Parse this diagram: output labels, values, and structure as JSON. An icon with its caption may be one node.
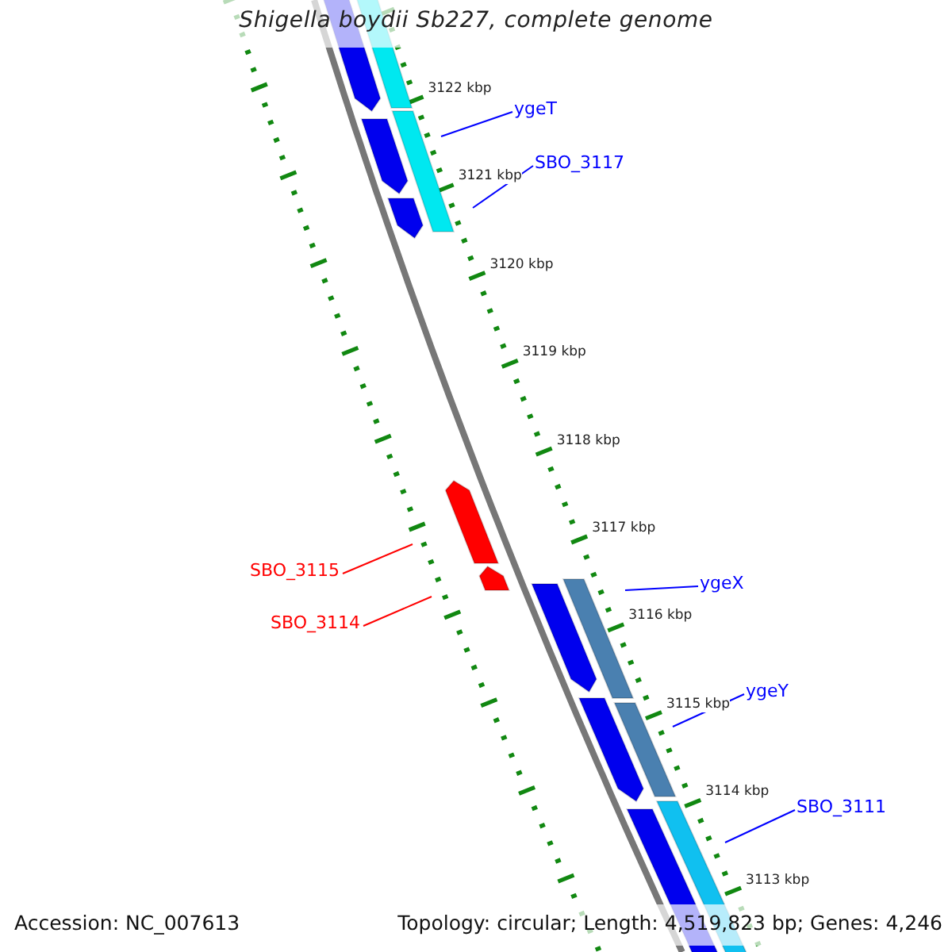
{
  "diagram": {
    "title": "Shigella boydii Sb227, complete genome",
    "nodes": [
      {
        "text": [
          "ygeT"
        ]
      },
      {
        "text": [
          "SBO_3117"
        ]
      },
      {
        "text": [
          "SBO_3115"
        ]
      },
      {
        "text": [
          "ygeX"
        ]
      },
      {
        "text": [
          "SBO_3114"
        ]
      },
      {
        "text": [
          "ygeY"
        ]
      },
      {
        "text": [
          "SBO_3111"
        ]
      }
    ],
    "edges": [
      {
        "from": 0,
        "to": null,
        "arrow": "none"
      },
      {
        "from": 1,
        "to": null,
        "arrow": "none"
      },
      {
        "from": 2,
        "to": null,
        "arrow": "none",
        "color": "#ff0000"
      },
      {
        "from": 3,
        "to": null,
        "arrow": "none"
      },
      {
        "from": 4,
        "to": null,
        "arrow": "none",
        "color": "#ff0000"
      },
      {
        "from": 5,
        "to": null,
        "arrow": "none"
      },
      {
        "from": 6,
        "to": null,
        "arrow": "none"
      }
    ],
    "labels": [
      "3122 kbp",
      "3121 kbp",
      "3120 kbp",
      "3119 kbp",
      "3118 kbp",
      "3117 kbp",
      "3116 kbp",
      "3115 kbp",
      "3114 kbp",
      "3113 kbp",
      "Accession: NC_007613",
      "Topology: circular; Length: 4,519,823 bp; Genes: 4,246"
    ]
  }
}
